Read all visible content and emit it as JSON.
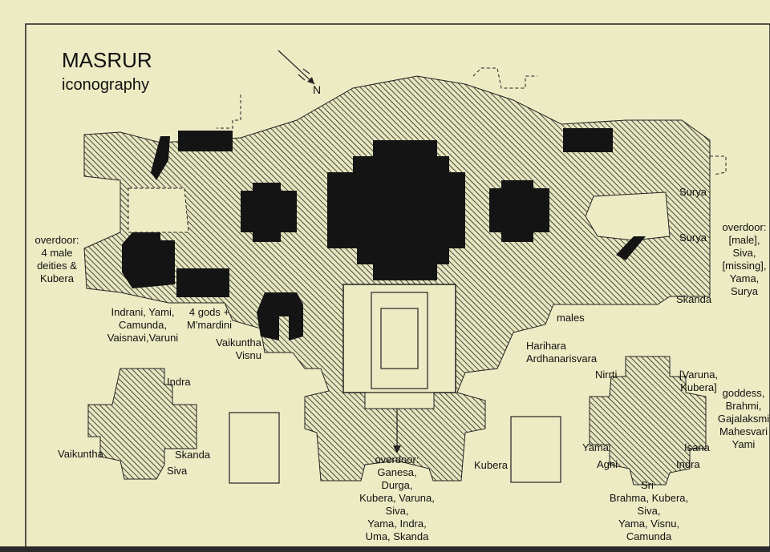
{
  "title": "MASRUR",
  "subtitle": "iconography",
  "north_label": "N",
  "labels": {
    "overdoor_west": "overdoor:\n4 male\ndeities &\nKubera",
    "indrani": "Indrani, Yami,\nCamunda,\nVaisnavi,Varuni",
    "four_gods": "4 gods +\nM'mardini",
    "vaikuntha_visnu": "Vaikuntha\nVisnu",
    "indra_w": "Indra",
    "vaikuntha_w": "Vaikuntha",
    "skanda_w": "Skanda",
    "siva_w": "Siva",
    "overdoor_south": "overdoor:\nGanesa,\nDurga,\nKubera, Varuna,\nSiva,\nYama, Indra,\nUma, Skanda",
    "kubera_s": "Kubera",
    "males": "males",
    "harihara": "Harihara\nArdhanarisvara",
    "surya_top": "Surya",
    "surya_mid": "Surya",
    "skanda_e": "Skanda",
    "overdoor_east": "overdoor:\n[male],\nSiva,\n[missing],\nYama,\nSurya",
    "nirrti": "Nirrti",
    "varuna_kubera": "[Varuna,\nKubera]",
    "goddess": "goddess,\nBrahmi,\nGajalaksmi\nMahesvari\nYami",
    "yama_e": "Yama",
    "isana": "Isana",
    "agni": "Agni",
    "indra_e": "Indra",
    "sri": "Sri",
    "brahma": "Brahma, Kubera,\nSiva,\nYama, Visnu,\nCamunda"
  }
}
